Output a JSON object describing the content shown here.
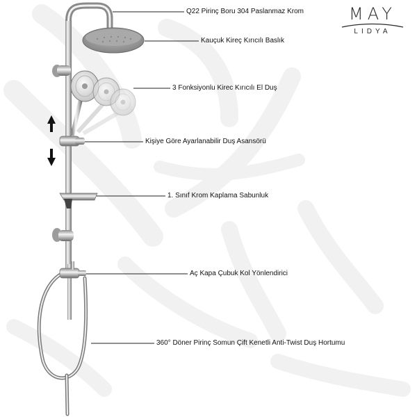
{
  "brand": {
    "name": "MAY",
    "subname": "LIDYA"
  },
  "annotations": [
    {
      "id": "pipe",
      "text": "Q22 Pirinç Boru 304 Paslanmaz Krom"
    },
    {
      "id": "head",
      "text": "Kauçuk Kireç Kırıcılı Baslık"
    },
    {
      "id": "hand",
      "text": "3 Fonksiyonlu Kirec Kırıcılı El Duş"
    },
    {
      "id": "lift",
      "text": "Kişiye Göre Ayarlanabilir Duş Asansörü"
    },
    {
      "id": "soap",
      "text": "1. Sınıf Krom Kaplama Sabunluk"
    },
    {
      "id": "lever",
      "text": "Aç Kapa Çubuk Kol Yönlendirici"
    },
    {
      "id": "hose",
      "text": "360°  Döner Pirinç Somun Çift Kenetli Anti-Twist Duş Hortumu"
    }
  ],
  "colors": {
    "chrome_light": "#f3f3f3",
    "chrome_dark": "#7a7a7a",
    "leader": "#222222",
    "watermark": "#f1f1f1"
  }
}
